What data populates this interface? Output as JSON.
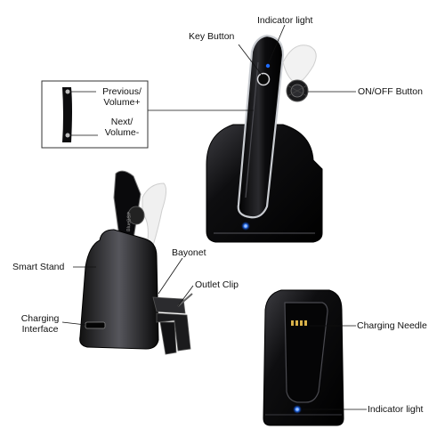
{
  "colors": {
    "body_black": "#0b0b0d",
    "gloss": "#3a3a40",
    "silver_trim": "#c9ccd1",
    "indicator_blue": "#1e6bff",
    "earbud_white": "#f2f2f2",
    "charging_pin_gold": "#d9b24a"
  },
  "labels": {
    "indicator_top": "Indicator light",
    "key_button": "Key Button",
    "on_off": "ON/OFF Button",
    "previous": "Previous/\nVolume+",
    "previous_l1": "Previous/",
    "previous_l2": "Volume+",
    "next_l1": "Next/",
    "next_l2": "Volume-",
    "smart_stand": "Smart Stand",
    "bayonet": "Bayonet",
    "outlet_clip": "Outlet Clip",
    "charging_interface_l1": "Charging",
    "charging_interface_l2": "Interface",
    "charging_needle": "Charging Needle",
    "indicator_bottom": "Indicator light"
  },
  "device_text": {
    "stand_brand": "BlueBSP"
  },
  "icons": [
    "indicator-light-icon",
    "charging-pin-icon",
    "usb-port-icon"
  ]
}
